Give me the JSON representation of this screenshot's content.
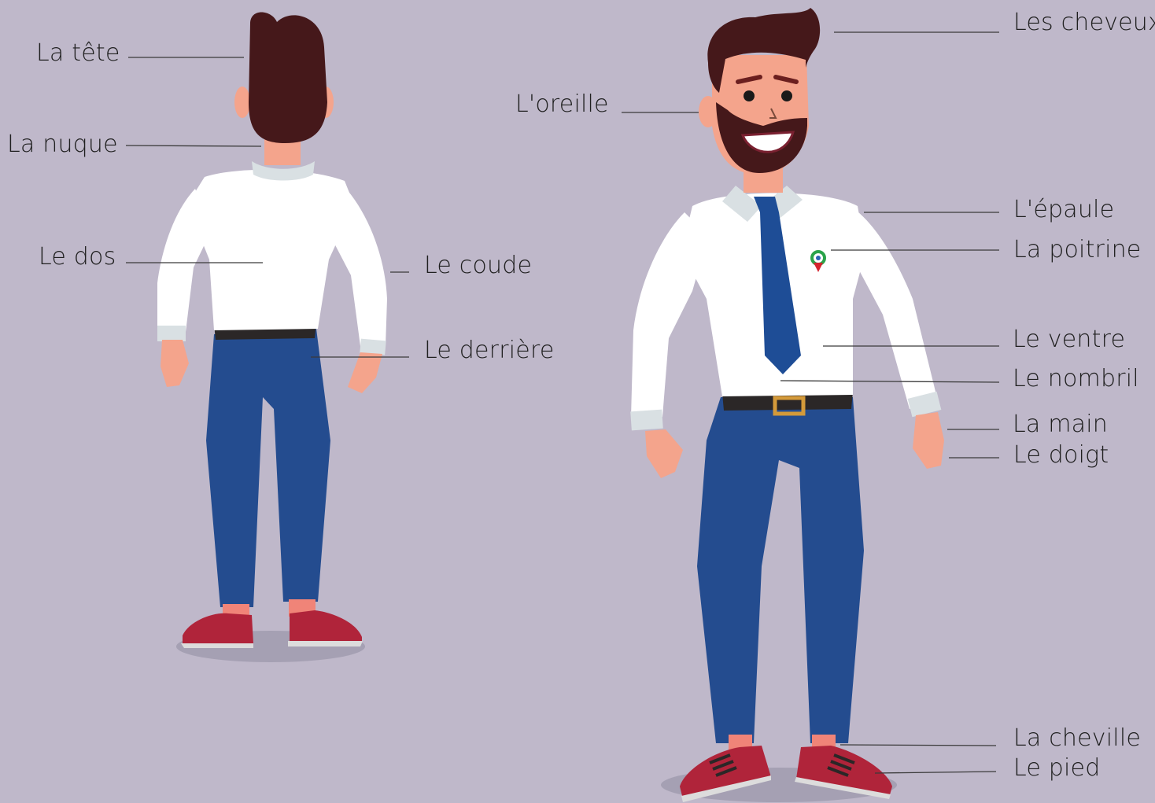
{
  "labels": {
    "tete": "La tête",
    "nuque": "La nuque",
    "dos": "Le dos",
    "coude": "Le coude",
    "derriere": "Le derrière",
    "cheveux": "Les cheveux",
    "oreille": "L'oreille",
    "epaule": "L'épaule",
    "poitrine": "La poitrine",
    "ventre": "Le ventre",
    "nombril": "Le nombril",
    "main": "La main",
    "doigt": "Le doigt",
    "cheville": "La cheville",
    "pied": "Le pied"
  },
  "colors": {
    "background": "#bfb8ca",
    "hair": "#45181a",
    "skin": "#f4a48c",
    "shirt": "#ffffff",
    "collar": "#d9e0e3",
    "pants": "#244c8f",
    "belt": "#2b2727",
    "tie": "#1e4d96",
    "shoes": "#b0243a",
    "shadow": "#a5a0b3",
    "line": "#3a3a3a"
  }
}
